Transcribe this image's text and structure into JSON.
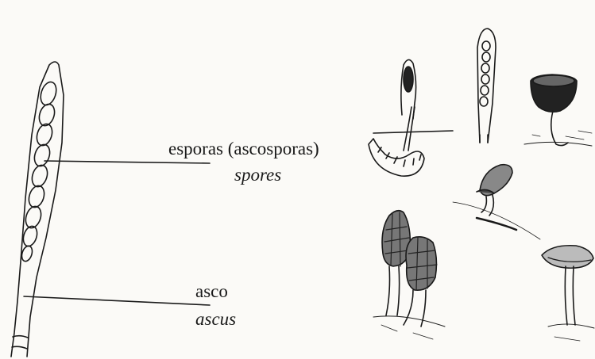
{
  "labels": {
    "spores_es": "esporas (ascosporas)",
    "spores_en": "spores",
    "ascus_es": "asco",
    "ascus_en": "ascus"
  },
  "illustrations": [
    "ascus-diagram",
    "cordyceps-on-larva",
    "ascus-with-spores",
    "cup-fungus",
    "tilted-cap-fungus",
    "morel-mushrooms",
    "cap-mushroom"
  ],
  "colors": {
    "ink": "#1a1a1a",
    "paper": "#fbfaf7"
  }
}
